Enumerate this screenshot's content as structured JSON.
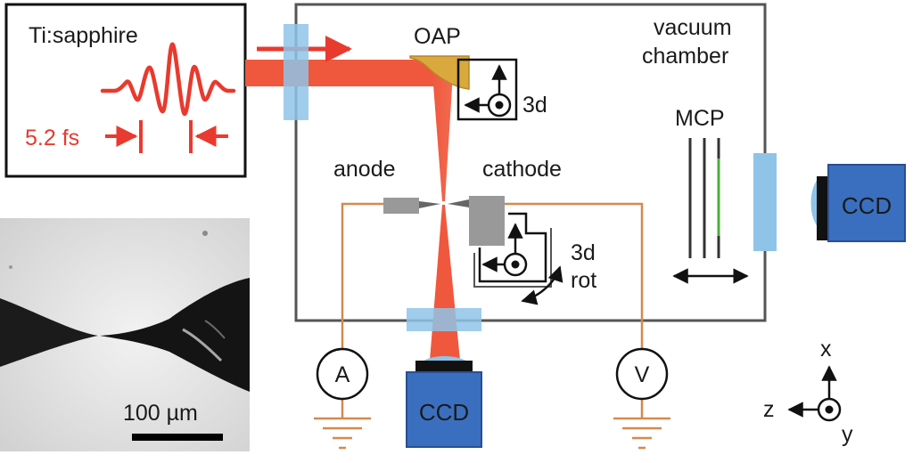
{
  "laser": {
    "title": "Ti:sapphire",
    "pulse_duration": "5.2 fs"
  },
  "labels": {
    "oap": "OAP",
    "oap_stage": "3d",
    "chamber_line1": "vacuum",
    "chamber_line2": "chamber",
    "mcp": "MCP",
    "anode": "anode",
    "cathode": "cathode",
    "cathode_stage_line1": "3d",
    "cathode_stage_line2": "rot",
    "ccd_side": "CCD",
    "ccd_bottom": "CCD",
    "ammeter": "A",
    "voltmeter": "V"
  },
  "micrograph": {
    "scale_bar": "100 µm"
  },
  "axes": {
    "x": "x",
    "y": "y",
    "z": "z"
  },
  "colors": {
    "beam": "#f0583e",
    "pulse": "#e83a2e",
    "window": "#8fc4e8",
    "oap_mirror": "#d9a93e",
    "ccd_body": "#3a6fbf",
    "electrode": "#999999",
    "wire": "#d4894f",
    "mcp_phosphor": "#4cae3c"
  }
}
